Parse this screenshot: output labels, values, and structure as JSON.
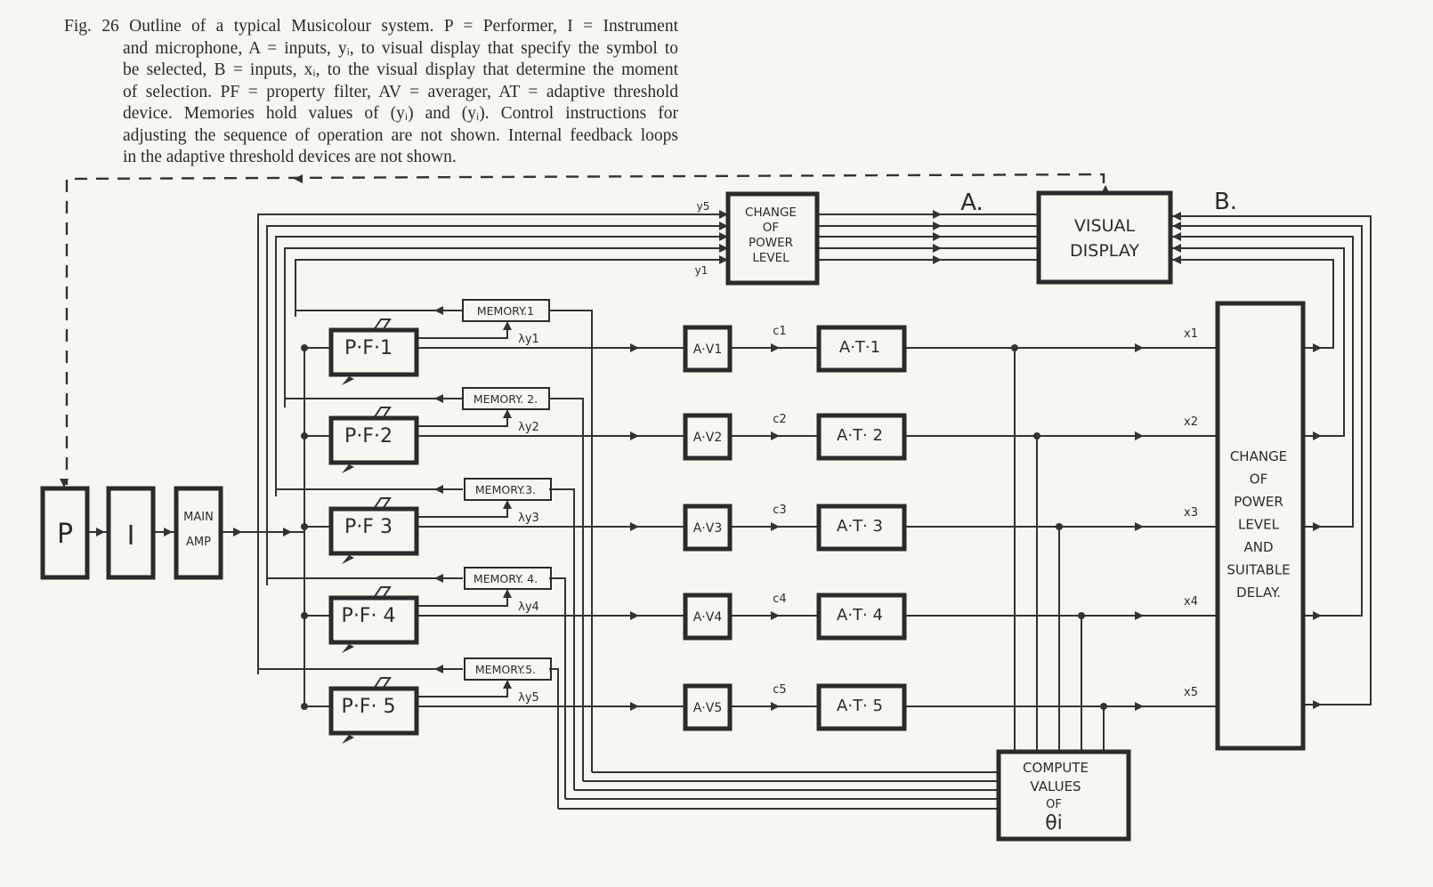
{
  "caption": {
    "lines": [
      "Fig. 26 Outline of a typical Musicolour system. P = Performer, I = Instrument",
      "and microphone, A = inputs, yᵢ, to visual display that specify the symbol to",
      "be selected, B = inputs, xᵢ, to the visual display that determine the moment",
      "of selection. PF = property filter, AV = averager, AT = adaptive threshold",
      "device. Memories hold values of (yᵢ) and (yᵢ). Control instructions for",
      "adjusting the sequence of operation are not shown. Internal feedback loops",
      "in the adaptive threshold devices are not shown."
    ]
  },
  "diagram": {
    "input_chain": {
      "performer": "P",
      "instrument": "I",
      "main_amp": [
        "MAIN",
        "AMP"
      ]
    },
    "change_power_top": [
      "CHANGE",
      "OF",
      "POWER",
      "LEVEL"
    ],
    "change_power_top_labels": {
      "top": "y5",
      "bottom": "y1"
    },
    "visual_display": [
      "VISUAL",
      "DISPLAY"
    ],
    "bus_labels": {
      "a": "A.",
      "b": "B."
    },
    "channels": [
      {
        "pf": "P·F·1",
        "memory": "MEMORY.1",
        "lambda": "λy1",
        "av": "A·V1",
        "c": "c1",
        "at": "A·T·1",
        "x": "x1"
      },
      {
        "pf": "P·F·2",
        "memory": "MEMORY. 2.",
        "lambda": "λy2",
        "av": "A·V2",
        "c": "c2",
        "at": "A·T· 2",
        "x": "x2"
      },
      {
        "pf": "P·F 3",
        "memory": "MEMORY.3.",
        "lambda": "λy3",
        "av": "A·V3",
        "c": "c3",
        "at": "A·T· 3",
        "x": "x3"
      },
      {
        "pf": "P·F· 4",
        "memory": "MEMORY. 4.",
        "lambda": "λy4",
        "av": "A·V4",
        "c": "c4",
        "at": "A·T· 4",
        "x": "x4"
      },
      {
        "pf": "P·F· 5",
        "memory": "MEMORY.5.",
        "lambda": "λy5",
        "av": "A·V5",
        "c": "c5",
        "at": "A·T· 5",
        "x": "x5"
      }
    ],
    "change_power_delay": [
      "CHANGE",
      "OF",
      "POWER",
      "LEVEL",
      "AND",
      "SUITABLE",
      "DELAY."
    ],
    "compute": [
      "COMPUTE",
      "VALUES",
      "OF",
      "θi"
    ]
  }
}
